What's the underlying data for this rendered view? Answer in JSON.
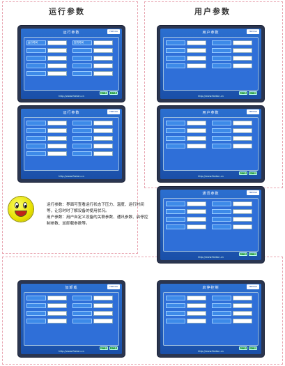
{
  "section_left": {
    "title": "运行参数"
  },
  "section_right": {
    "title": "用户参数"
  },
  "website": "http://www.fbetan.cn",
  "screens": [
    {
      "id": "runtime-1",
      "title": "运行参数",
      "subtitle": "",
      "rows": [
        [
          "运行时间",
          "",
          "压机时间",
          ""
        ],
        [
          "",
          "",
          "",
          ""
        ],
        [
          "",
          "",
          "",
          ""
        ],
        [
          "",
          "",
          "",
          ""
        ],
        [
          "",
          "",
          "",
          ""
        ]
      ],
      "buttons": [
        "上一页",
        "下一页"
      ]
    },
    {
      "id": "runtime-2",
      "title": "运行参数",
      "subtitle": "",
      "rows": [
        [
          "",
          "",
          "",
          ""
        ],
        [
          "",
          "",
          "",
          ""
        ],
        [
          "",
          "",
          "",
          ""
        ],
        [
          "",
          "",
          "",
          ""
        ],
        [
          "",
          "",
          "",
          ""
        ]
      ],
      "buttons": []
    },
    {
      "id": "user-1",
      "title": "用户参数",
      "subtitle": "",
      "rows": [
        [
          "",
          "",
          "",
          ""
        ],
        [
          "",
          "",
          "",
          ""
        ],
        [
          "",
          "",
          "",
          ""
        ],
        [
          "",
          "",
          "",
          ""
        ]
      ],
      "buttons": [
        "上一页",
        "下一页"
      ]
    },
    {
      "id": "user-2",
      "title": "用户参数",
      "subtitle": "",
      "rows": [
        [
          "",
          "",
          "",
          ""
        ],
        [
          "",
          "",
          "",
          ""
        ],
        [
          "",
          "",
          "",
          ""
        ],
        [
          "",
          "",
          "",
          ""
        ]
      ],
      "buttons": [
        "上一页",
        "下一页"
      ]
    },
    {
      "id": "user-3",
      "title": "通讯参数",
      "subtitle": "",
      "rows": [
        [
          "",
          "",
          "",
          ""
        ],
        [
          "",
          "",
          "",
          ""
        ],
        [
          "",
          "",
          "",
          ""
        ],
        [
          "",
          "",
          "",
          ""
        ]
      ],
      "buttons": [
        "上一页",
        "下一页"
      ]
    },
    {
      "id": "bottom-left",
      "title": "加卸载",
      "subtitle": "",
      "rows": [
        [
          "",
          "",
          "",
          ""
        ],
        [
          "",
          "",
          "",
          ""
        ],
        [
          "",
          "",
          "",
          ""
        ],
        [
          "",
          "",
          "",
          ""
        ]
      ],
      "buttons": [
        "上一页",
        "下一页"
      ]
    },
    {
      "id": "bottom-right",
      "title": "启停控制",
      "subtitle": "",
      "rows": [
        [
          "",
          "",
          "",
          ""
        ],
        [
          "",
          "",
          "",
          ""
        ],
        [
          "",
          "",
          "",
          ""
        ],
        [
          "",
          "",
          "",
          ""
        ]
      ],
      "buttons": [
        "上一页",
        "下一页"
      ]
    }
  ],
  "description": {
    "line1": "运行参数：界面可查看运行状态下压力、温度、运行时间等，让您时时了解设备的使用状况。",
    "line2": "用户参数：用户自定义设备的关联参数、通讯参数、启停控制参数、加卸载参数等。"
  }
}
